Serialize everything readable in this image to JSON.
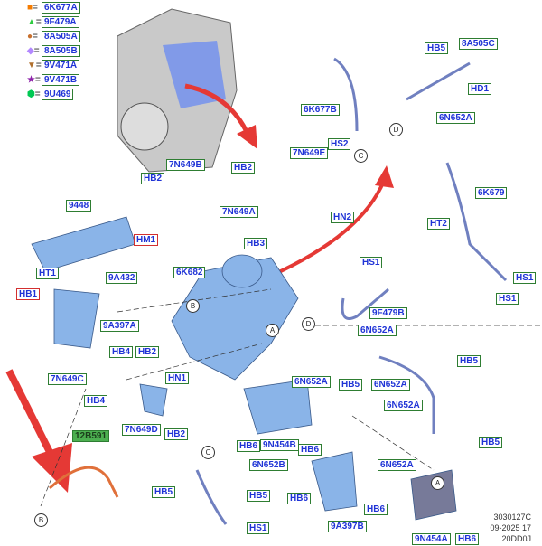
{
  "legend": [
    {
      "symbol": "square",
      "color": "#f57c00",
      "code": "6K677A"
    },
    {
      "symbol": "triangle",
      "color": "#2ecc40",
      "code": "9F479A"
    },
    {
      "symbol": "circle",
      "color": "#c8702e",
      "code": "8A505A"
    },
    {
      "symbol": "diamond",
      "color": "#b388ff",
      "code": "8A505B"
    },
    {
      "symbol": "triangle-down",
      "color": "#b0702e",
      "code": "9V471A"
    },
    {
      "symbol": "star",
      "color": "#8e24aa",
      "code": "9V471B"
    },
    {
      "symbol": "hexagon",
      "color": "#00c853",
      "code": "9U469"
    }
  ],
  "labels": [
    "HB5",
    "8A505C",
    "HD1",
    "6N652A",
    "6K677B",
    "7N649E",
    "HS2",
    "7N649B",
    "HB2",
    "HB2",
    "6K679",
    "9448",
    "7N649A",
    "HN2",
    "HT2",
    "HM1",
    "HB3",
    "6K682",
    "HT1",
    "9A432",
    "HS1",
    "HS1",
    "HB1",
    "HS1",
    "9F479B",
    "9A397A",
    "6N652A",
    "HB4",
    "HB2",
    "HN1",
    "HB5",
    "7N649C",
    "6N652A",
    "HB5",
    "6N652A",
    "HB4",
    "6N652A",
    "7N649D",
    "HB2",
    "HB6",
    "9N454B",
    "HB6",
    "HB5",
    "12B591",
    "6N652B",
    "6N652A",
    "HB5",
    "HB5",
    "HB6",
    "HB6",
    "HS1",
    "9A397B",
    "9N454A",
    "HB6"
  ],
  "connectors": [
    "B",
    "A",
    "D",
    "C",
    "D",
    "C",
    "A",
    "B"
  ],
  "footer": {
    "line1": "3030127C",
    "line2": "09-2025 17",
    "line3": "20DD0J"
  }
}
